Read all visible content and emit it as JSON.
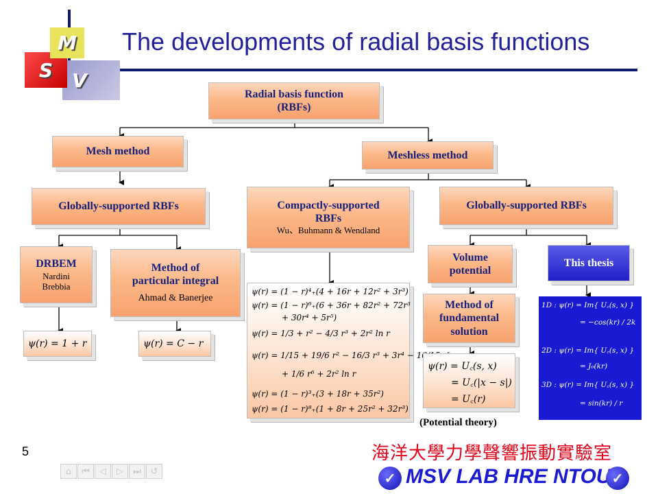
{
  "title": "The developments of radial basis functions",
  "logo": {
    "m": "M",
    "s": "S",
    "v": "V"
  },
  "nodes": {
    "root": {
      "line1": "Radial basis function",
      "line2": "(RBFs)"
    },
    "mesh": "Mesh method",
    "meshless": "Meshless method",
    "global_left": "Globally-supported RBFs",
    "compact": {
      "line1": "Compactly-supported",
      "line2": "RBFs",
      "authors": "Wu、Buhmann & Wendland"
    },
    "global_right": "Globally-supported RBFs",
    "drbem": {
      "title": "DRBEM",
      "author1": "Nardini",
      "author2": "Brebbia"
    },
    "mpi": {
      "line1": "Method of",
      "line2": "particular integral",
      "authors": "Ahmad & Banerjee"
    },
    "volume": {
      "line1": "Volume",
      "line2": "potential"
    },
    "thesis": "This thesis",
    "mfs": {
      "line1": "Method of",
      "line2": "fundamental",
      "line3": "solution"
    }
  },
  "formulas": {
    "drbem": "ψ(r) = 1 + r",
    "mpi": "ψ(r) = C − r",
    "compact": [
      "ψ(r) = (1 − r)⁴₊(4 + 16r + 12r² + 3r³)",
      "ψ(r) = (1 − r)⁶₊(6 + 36r + 82r² + 72r³",
      "+ 30r⁴ + 5r⁵)",
      "ψ(r) = 1/3 + r² − 4/3 r³ + 2r² ln r",
      "ψ(r) = 1/15 + 19/6 r² − 16/3 r³ + 3r⁴ − 16/15 r⁵",
      "+ 1/6 r⁶ + 2r² ln r",
      "ψ(r) = (1 − r)³₊(3 + 18r + 35r²)",
      "ψ(r) = (1 − r)⁸₊(1 + 8r + 25r² + 32r³)"
    ],
    "mfs": [
      "ψ(r) = U꜀(s, x)",
      "= U꜀(|x − s|)",
      "= U꜀(r)"
    ],
    "thesis": [
      "1D : ψ(r) = Im{ U꜀(s, x) }",
      "= −cos(kr) / 2k",
      "2D : ψ(r) = Im{ U꜀(s, x) }",
      "= J₀(kr)",
      "3D : ψ(r) = Im{ U꜀(s, x) }",
      "= sin(kr) / r"
    ]
  },
  "caption_potential": "(Potential theory)",
  "page_number": "5",
  "lab_name_cn": "海洋大學力學聲響振動實驗室",
  "lab_name_en": "MSV LAB HRE NTOU",
  "nav_icons": [
    "home-icon",
    "first-icon",
    "prev-icon",
    "next-icon",
    "last-icon",
    "return-icon"
  ],
  "colors": {
    "title": "#22219a",
    "box_text": "#16207b",
    "lab_cn": "#e2001a",
    "lab_en": "#1a1ad2",
    "rule": "#0f1a72"
  }
}
